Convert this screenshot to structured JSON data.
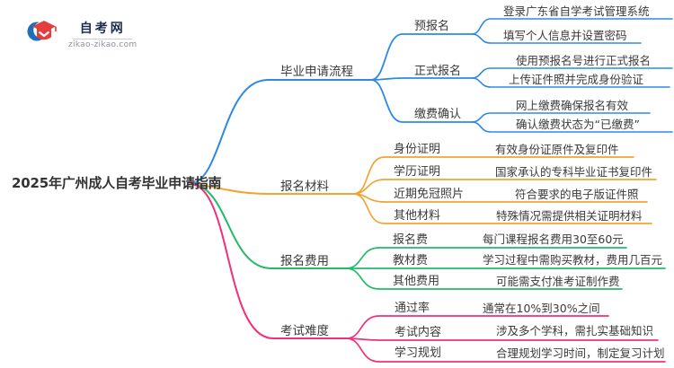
{
  "logo": {
    "title": "自考网",
    "domain": "zikao-zikao.com",
    "icon_blue": "#1c6fb8",
    "icon_red": "#e53c3c"
  },
  "root": {
    "label": "2025年广州成人自考毕业申请指南"
  },
  "colors": {
    "blue": "#2e89e5",
    "orange": "#f0a532",
    "green": "#23bb67",
    "pink": "#f0307c"
  },
  "branches": [
    {
      "label": "毕业申请流程",
      "color": "#2e89e5",
      "children": [
        {
          "label": "预报名",
          "leaves": [
            "登录广东省自学考试管理系统",
            "填写个人信息并设置密码"
          ]
        },
        {
          "label": "正式报名",
          "leaves": [
            "使用预报名号进行正式报名",
            "上传证件照并完成身份验证"
          ]
        },
        {
          "label": "缴费确认",
          "leaves": [
            "网上缴费确保报名有效",
            "确认缴费状态为“已缴费”"
          ]
        }
      ]
    },
    {
      "label": "报名材料",
      "color": "#f0a532",
      "children": [
        {
          "label": "身份证明",
          "leaves": [
            "有效身份证原件及复印件"
          ]
        },
        {
          "label": "学历证明",
          "leaves": [
            "国家承认的专科毕业证书复印件"
          ]
        },
        {
          "label": "近期免冠照片",
          "leaves": [
            "符合要求的电子版证件照"
          ]
        },
        {
          "label": "其他材料",
          "leaves": [
            "特殊情况需提供相关证明材料"
          ]
        }
      ]
    },
    {
      "label": "报名费用",
      "color": "#23bb67",
      "children": [
        {
          "label": "报名费",
          "leaves": [
            "每门课程报名费用30至60元"
          ]
        },
        {
          "label": "教材费",
          "leaves": [
            "学习过程中需购买教材，费用几百元"
          ]
        },
        {
          "label": "其他费用",
          "leaves": [
            "可能需支付准考证制作费"
          ]
        }
      ]
    },
    {
      "label": "考试难度",
      "color": "#f0307c",
      "children": [
        {
          "label": "通过率",
          "leaves": [
            "通常在10%到30%之间"
          ]
        },
        {
          "label": "考试内容",
          "leaves": [
            "涉及多个学科，需扎实基础知识"
          ]
        },
        {
          "label": "学习规划",
          "leaves": [
            "合理规划学习时间，制定复习计划"
          ]
        }
      ]
    }
  ]
}
